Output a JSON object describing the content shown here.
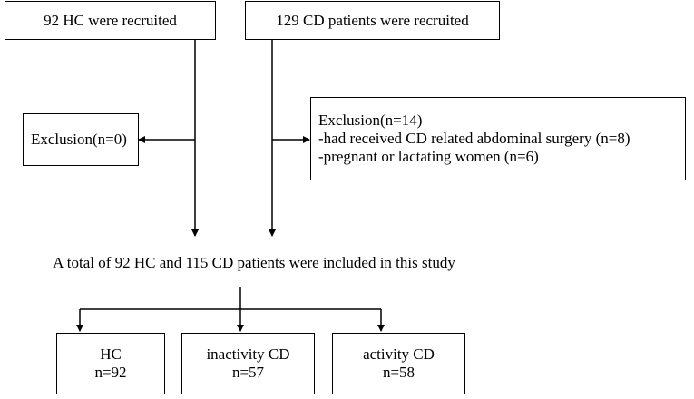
{
  "hc_recruited": "92 HC were recruited",
  "cd_recruited": "129 CD patients were recruited",
  "exclusion_hc": "Exclusion(n=0)",
  "exclusion_cd": {
    "title": "Exclusion(n=14)",
    "items": [
      "-had received CD related abdominal surgery (n=8)",
      "-pregnant or lactating women (n=6)"
    ]
  },
  "total_included": "A total of 92 HC and 115 CD patients were included in this study",
  "groups": [
    {
      "label": "HC",
      "count": "n=92"
    },
    {
      "label": "inactivity CD",
      "count": "n=57"
    },
    {
      "label": "activity CD",
      "count": "n=58"
    }
  ]
}
